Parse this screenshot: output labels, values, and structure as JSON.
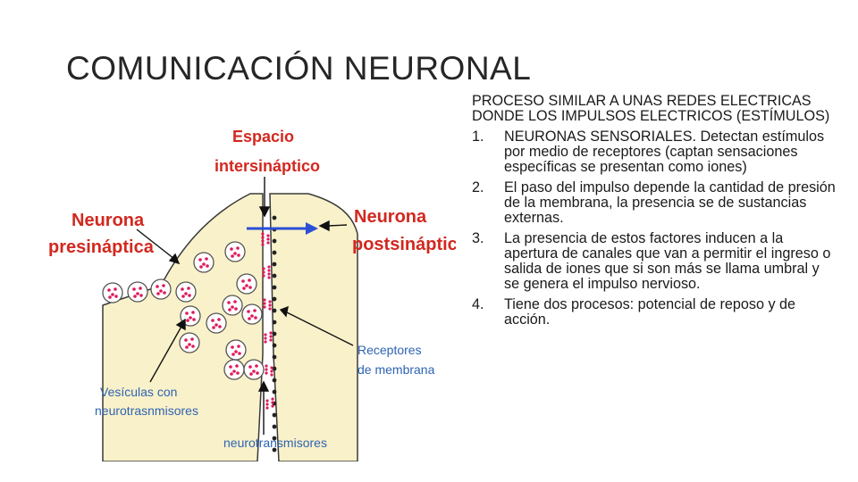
{
  "slide": {
    "title": "COMUNICACIÓN NEURONAL",
    "intro": "PROCESO SIMILAR A UNAS REDES ELECTRICAS DONDE LOS IMPULSOS ELECTRICOS (ESTÍMULOS)",
    "items": [
      {
        "number": "1.",
        "text": "NEURONAS SENSORIALES. Detectan estímulos por medio de receptores (captan sensaciones específicas se presentan como iones)"
      },
      {
        "number": "2.",
        "text": "El paso del impulso depende la cantidad de presión de la membrana, la presencia se de sustancias externas."
      },
      {
        "number": "3.",
        "text": "La presencia de estos factores inducen a la apertura de canales que van a permitir el ingreso o salida de iones que si son más se llama umbral y se genera el impulso nervioso."
      },
      {
        "number": "4.",
        "text": "Tiene dos procesos: potencial de reposo y de acción."
      }
    ]
  },
  "diagram": {
    "labels": {
      "space_line1": "Espacio",
      "space_line2": "intersináptico",
      "pre_line1": "Neurona",
      "pre_line2": "presináptica",
      "post_line1": "Neurona",
      "post_line2": "postsináptica",
      "receptors_line1": "Receptores",
      "receptors_line2": "de membrana",
      "vesicles_line1": "Vesículas con",
      "vesicles_line2": "neurotrasnmisores",
      "neurotransmitters": "neurotransmisores"
    },
    "colors": {
      "neuron_fill": "#f9f1c9",
      "outline": "#3a3a3a",
      "label_red": "#d2281f",
      "label_blue": "#2e63b4",
      "arrow_blue": "#2b4fd6",
      "dots": "#e0185a"
    }
  }
}
